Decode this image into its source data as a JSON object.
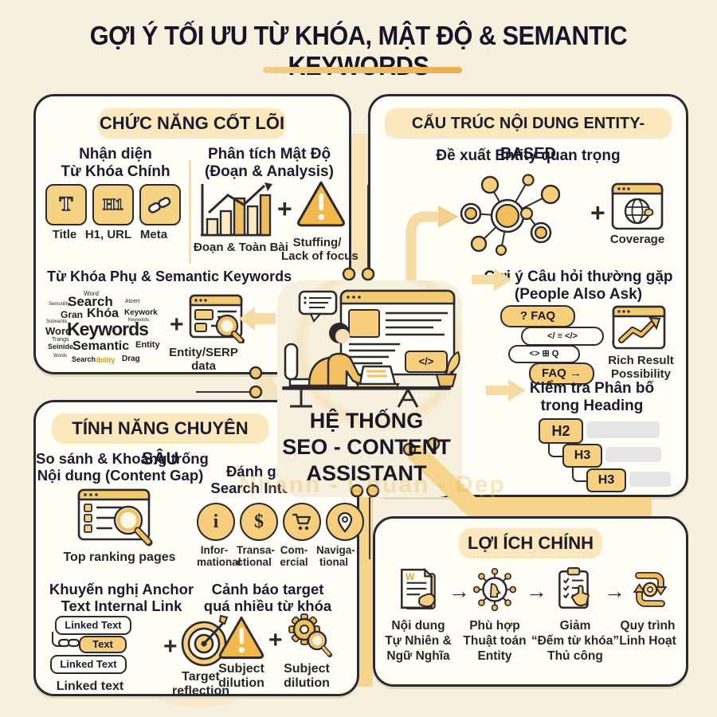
{
  "page": {
    "title": "GỢI Ý TỐI ƯU TỪ KHÓA, MẬT ĐỘ & SEMANTIC KEYWORDS",
    "watermark_slogan": "Nhanh - Chuẩn - Đẹp"
  },
  "colors": {
    "page_bg": "#F7F0DE",
    "panel_bg": "#FFFDF6",
    "ink": "#1B1B2F",
    "accent_gold": "#F2BE5B",
    "light_gold": "#F6DCA4",
    "pill_bg": "#FBE8BC",
    "gray_bar": "#E6E5E8",
    "border": "#2A2A33"
  },
  "center": {
    "line1": "HỆ THỐNG",
    "line2": "SEO - CONTENT",
    "line3": "ASSISTANT",
    "title": "HỆ THỐNG\nSEO - CONTENT\nASSISTANT",
    "code_chip": "</>"
  },
  "panel_core": {
    "header": "CHỨC NĂNG CỐT LÕI",
    "keyword_id": {
      "title": "Nhận diện\nTừ Khóa Chính",
      "glyph1": "T",
      "glyph2": "H1",
      "label1": "Title",
      "label2": "H1, URL",
      "label3": "Meta"
    },
    "density": {
      "title": "Phân tích Mật Độ\n(Đoạn & Analysis)",
      "plus": "+",
      "chart_label": "Đoạn & Toàn Bài",
      "warn_label": "Stuffing/\nLack of focus"
    },
    "secondary": {
      "title": "Từ Khóa Phụ & Semantic Keywords",
      "plus": "+",
      "serp_label": "Entity/SERP\ndata",
      "cloud": [
        "Word",
        "Search",
        "Atcert",
        "Semurility",
        "Gran",
        "Khóa",
        "Keywork",
        "Keywords",
        "Subnantic",
        "Word",
        "Keywords",
        "Trangs",
        "Seinide",
        "Semantic",
        "Entity",
        "Words",
        "Search",
        "Ibility",
        "Drag"
      ]
    }
  },
  "panel_entity": {
    "header": "CẤU TRÚC NỘI DUNG ENTITY-BASED",
    "entity": {
      "title": "Đề xuất Entity quan trọng",
      "plus": "+",
      "coverage_label": "Coverage"
    },
    "faq": {
      "title": "Gợi ý Câu hỏi thường gặp\n(People Also Ask)",
      "bubble1": "? FAQ",
      "bubble2": "</ ≡ </>",
      "bubble3": "<> ⊞ Q",
      "bubble4": "FAQ →",
      "plus": "+",
      "rich_label": "Rich Result\nPossibility"
    },
    "heading": {
      "title": "Kiểm tra Phân bố\ntrong Heading",
      "h2": "H2",
      "h3a": "H3",
      "h3b": "H3"
    }
  },
  "panel_advanced": {
    "header": "TÍNH NĂNG CHUYÊN SÂU",
    "gap": {
      "title": "So sánh & Khoảng trống\nNội dung (Content Gap)",
      "label": "Top ranking pages"
    },
    "intent": {
      "title": "Đánh giá\nSearch Intent",
      "glyph_info": "i",
      "glyph_dollar": "$",
      "label1": "Infor-\nmational",
      "label2": "Transa-\nctional",
      "label3": "Com-\nercial",
      "label4": "Naviga-\ntional"
    },
    "anchor": {
      "title": "Khuyến nghị Anchor\nText Internal Link",
      "pill1": "Linked Text",
      "pill2": "Text",
      "pill3": "Linked Text",
      "label": "Linked text",
      "plus": "+",
      "target_label": "Target\nreflection"
    },
    "warning": {
      "title": "Cảnh báo target\nquá nhiều từ khóa",
      "label1": "Subject\ndilution",
      "plus": "+",
      "label2": "Subject\ndilution"
    }
  },
  "panel_benefits": {
    "header": "LỢI ÍCH CHÍNH",
    "doc_letter": "W",
    "arrow": "→",
    "label1": "Nội dung\nTự Nhiên &\nNgữ Nghĩa",
    "label2": "Phù hợp\nThuật toán\nEntity",
    "label3": "Giảm\n“Đếm từ khóa”\nThủ công",
    "label4": "Quy trình\nLinh Hoạt"
  }
}
